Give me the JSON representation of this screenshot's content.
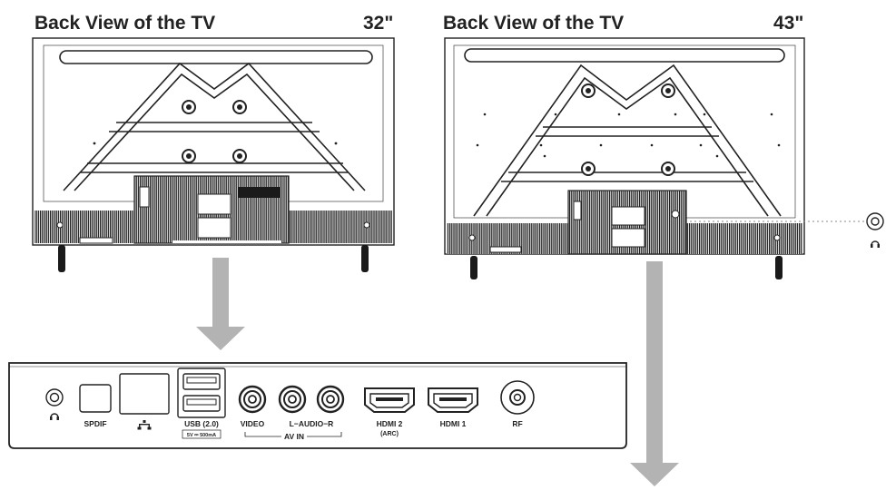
{
  "tv_left": {
    "title": "Back View of the TV",
    "size": "32\""
  },
  "tv_right": {
    "title": "Back View of the TV",
    "size": "43\""
  },
  "panel": {
    "spdif": "SPDIF",
    "usb": "USB (2.0)",
    "usb_spec": "5V ⎓ 500mA",
    "video": "VIDEO",
    "audio": "L−AUDIO−R",
    "av_in": "AV IN",
    "hdmi2": "HDMI 2",
    "hdmi2_sub": "(ARC)",
    "hdmi1": "HDMI 1",
    "rf": "RF"
  },
  "icons": {
    "headphone_panel": "headphone-icon",
    "ethernet": "ethernet-icon",
    "headphone_side": "headphone-icon"
  },
  "colors": {
    "arrow": "#b3b3b3",
    "line": "#222222",
    "dark": "#1a1a1a"
  }
}
